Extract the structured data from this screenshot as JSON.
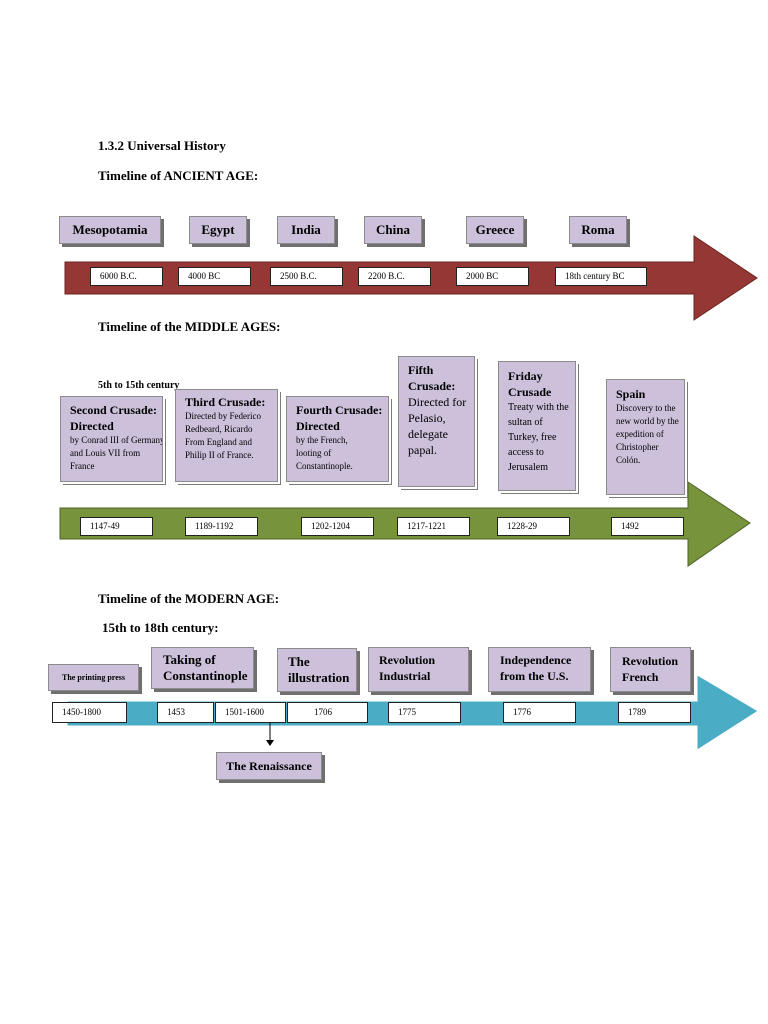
{
  "section_title": "1.3.2 Universal History",
  "ancient": {
    "heading": "Timeline of ANCIENT AGE:",
    "labels": [
      "Mesopotamia",
      "Egypt",
      "India",
      "China",
      "Greece",
      "Roma"
    ],
    "dates": [
      "6000 B.C.",
      "4000 BC",
      "2500 B.C.",
      "2200 B.C.",
      "2000 BC",
      "18th century BC"
    ],
    "colors": {
      "arrow": "#953735"
    }
  },
  "middle": {
    "heading": "Timeline of the MIDDLE AGES:",
    "subheading": "5th to 15th century",
    "cards": [
      {
        "title": "Second Crusade: Directed",
        "body": "by Conrad III of Germany and Louis VII from France"
      },
      {
        "title": "Third Crusade:",
        "body": "Directed by Federico Redbeard, Ricardo From England and Philip II of France."
      },
      {
        "title": "Fourth Crusade: Directed",
        "body": "by the French, looting of Constantinople."
      },
      {
        "title": "Fifth Crusade:",
        "body": "Directed for Pelasio, delegate papal."
      },
      {
        "title": "Friday Crusade",
        "body": "Treaty with the sultan of Turkey, free access to Jerusalem"
      },
      {
        "title": "Spain",
        "body": "Discovery to the new world by the expedition of Christopher Colón."
      }
    ],
    "dates": [
      "1147-49",
      "1189-1192",
      "1202-1204",
      "1217-1221",
      "1228-29",
      "1492"
    ],
    "colors": {
      "arrow": "#77933c"
    }
  },
  "modern": {
    "heading": "Timeline of the MODERN AGE:",
    "subheading": "15th to 18th century:",
    "labels": [
      "The printing press",
      "Taking of Constantinople",
      "The illustration",
      "Revolution Industrial",
      "Independence from the U.S.",
      "Revolution French"
    ],
    "dates": [
      "1450-1800",
      "1453",
      "1501-1600",
      "1706",
      "1775",
      "1776",
      "1789"
    ],
    "callout": "The Renaissance",
    "colors": {
      "arrow": "#4bacc6"
    }
  },
  "colors": {
    "card_fill": "#ccc0da"
  }
}
